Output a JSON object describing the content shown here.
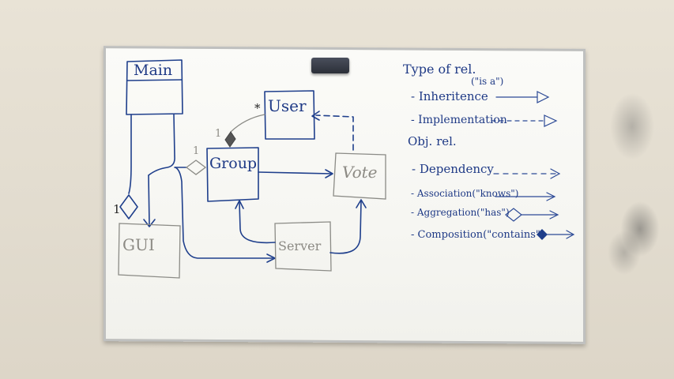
{
  "diagram": {
    "classes": {
      "main": "Main",
      "user": "User",
      "group": "Group",
      "vote": "Vote",
      "gui": "GUI",
      "server": "Server"
    },
    "multiplicity": {
      "user_many": "*",
      "group_one_top": "1",
      "group_one_left": "1",
      "gui_one": "1"
    }
  },
  "legend": {
    "heading": "Type of rel.",
    "is_a_note": "(\"is a\")",
    "inheritance": "- Inheritence",
    "implementation": "- Implementation",
    "obj_heading": "Obj. rel.",
    "dependency": "- Dependency",
    "association": "- Association(\"knows\")",
    "aggregation": "- Aggregation(\"has\")",
    "composition": "- Composition(\"contains\")"
  },
  "colors": {
    "ink": "#1f3f8c",
    "faint_ink": "#8b8b86",
    "board": "#f7f7f3",
    "wall": "#e5dfd2"
  }
}
